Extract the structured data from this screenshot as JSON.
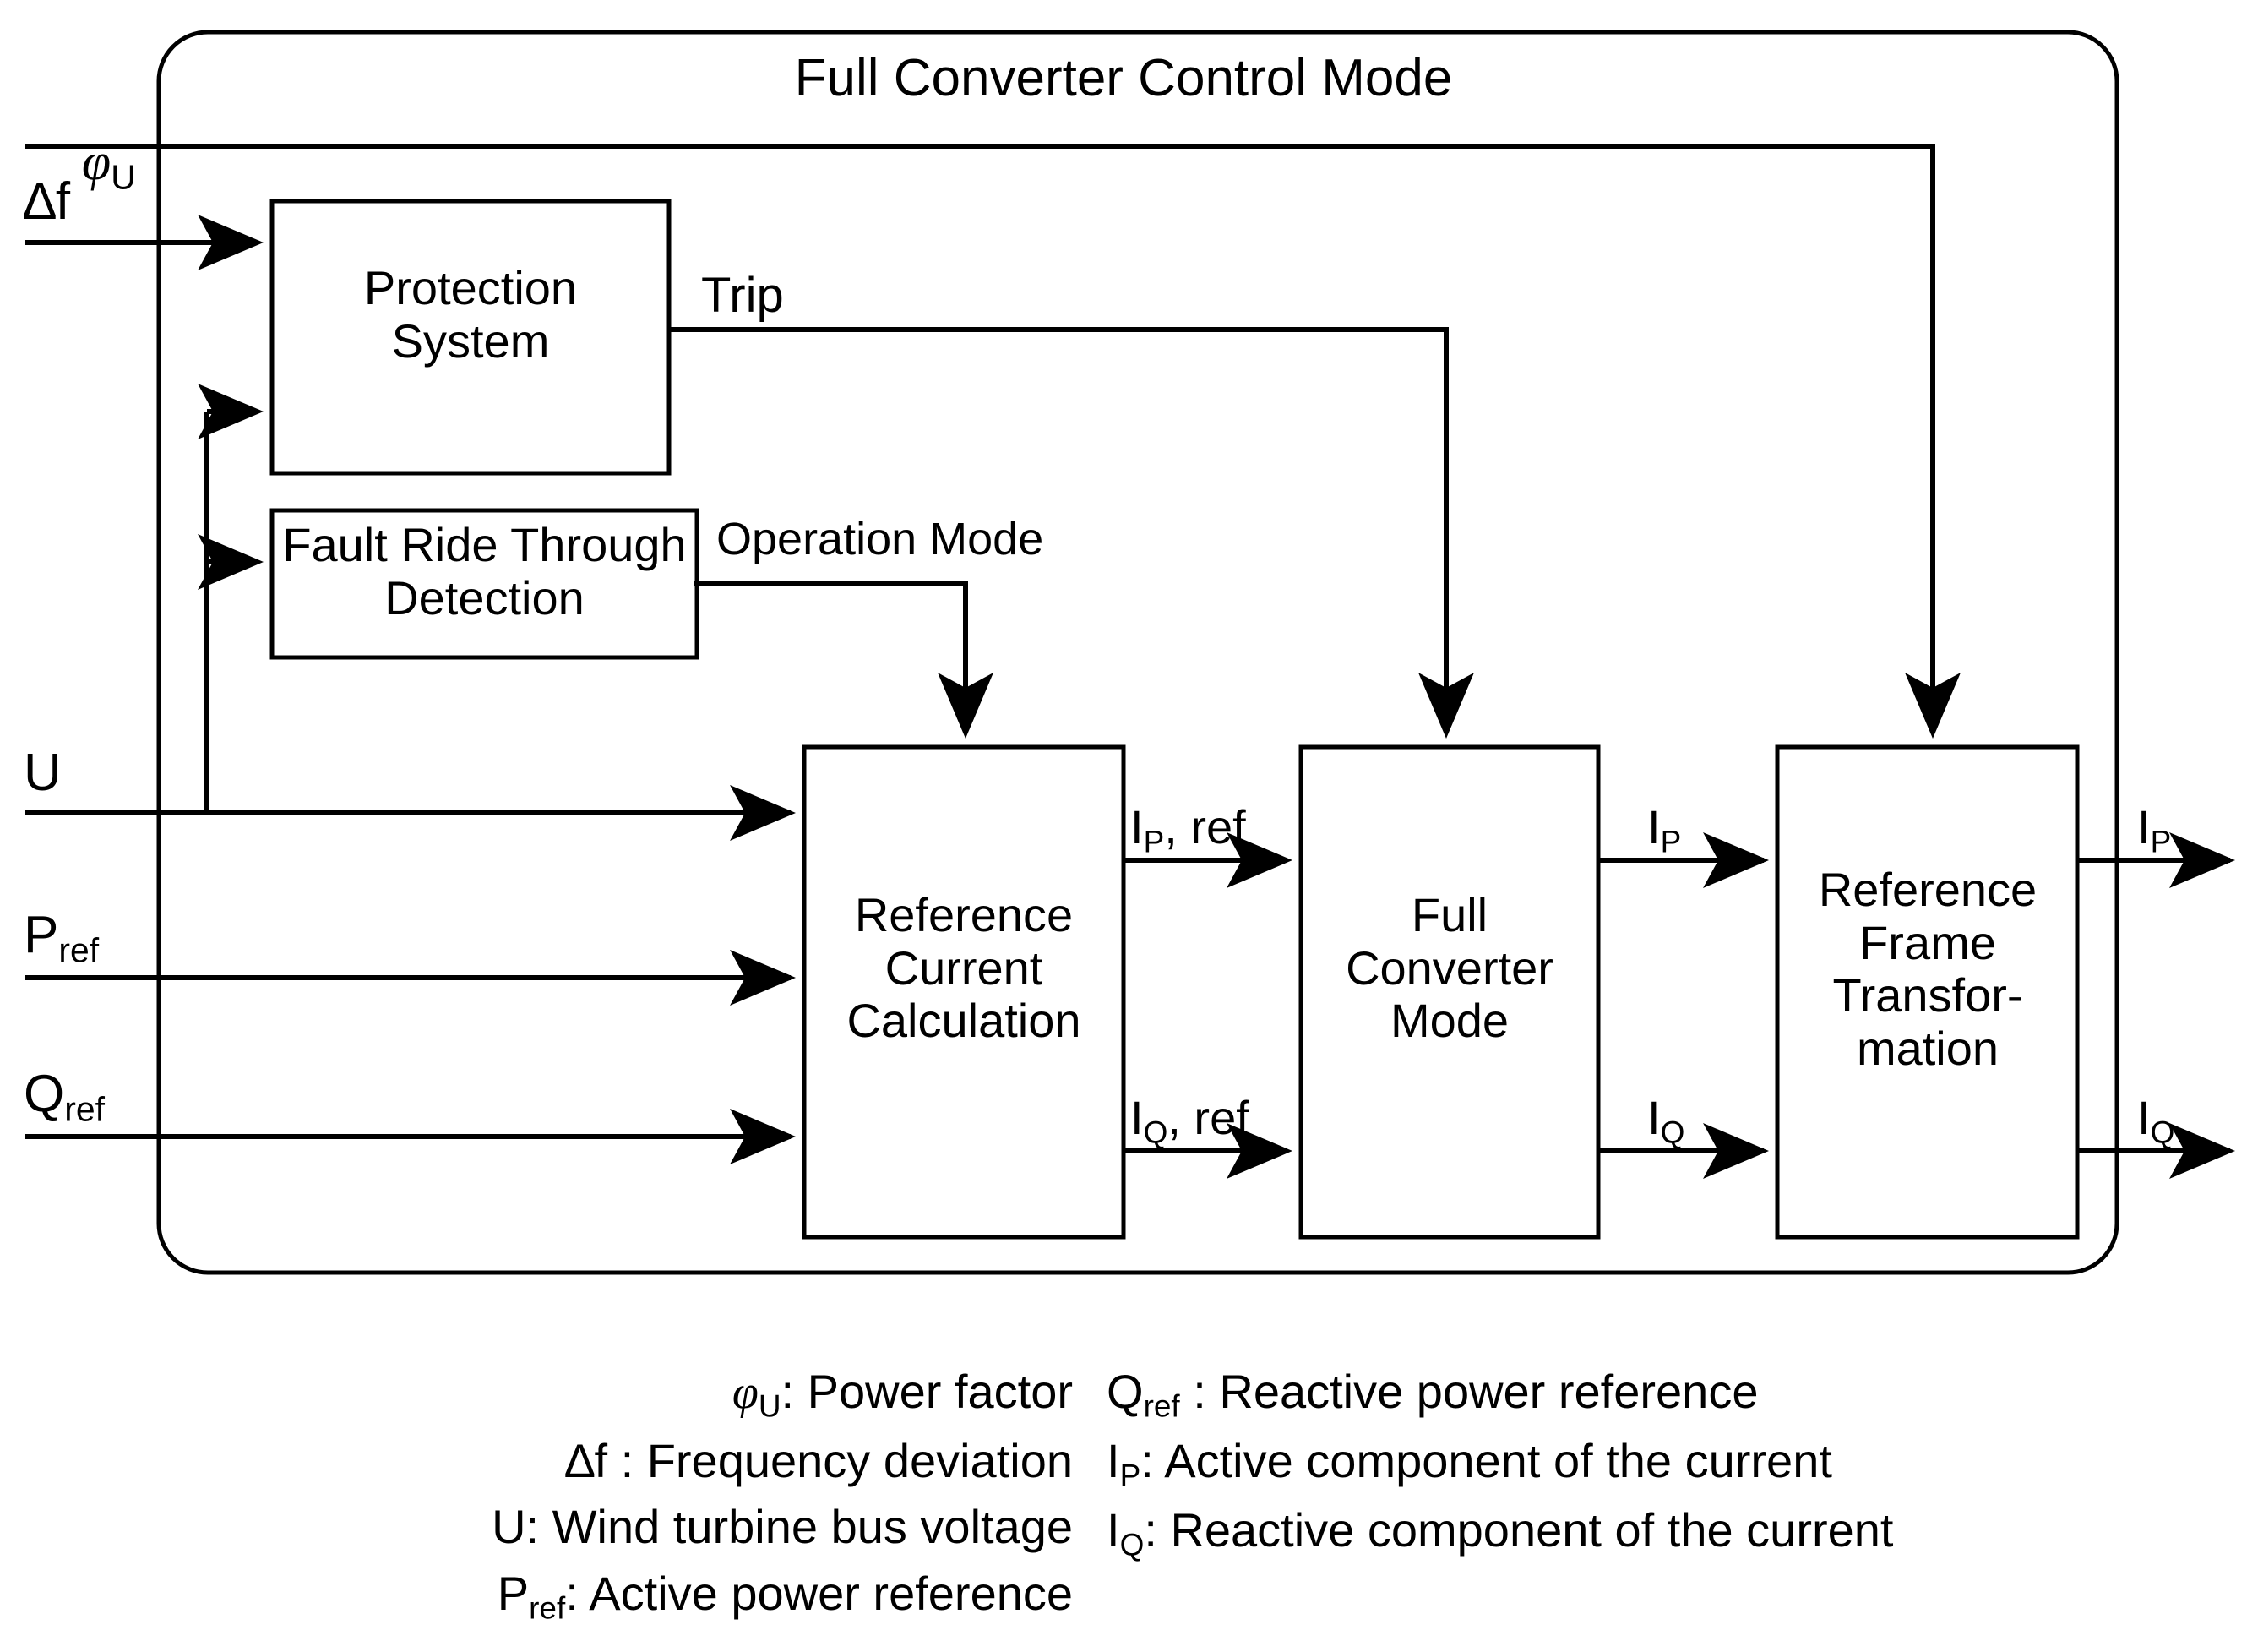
{
  "diagram": {
    "title": "Full Converter Control Mode",
    "type": "block-diagram",
    "outer_border": {
      "shape": "rounded-rectangle",
      "color": "#000000"
    },
    "blocks": [
      {
        "id": "protection-system",
        "label": "Protection\nSystem",
        "lines": [
          "Protection",
          "System"
        ]
      },
      {
        "id": "frt-detection",
        "label": "Fault Ride Through\nDetection",
        "lines": [
          "Fault Ride Through",
          "Detection"
        ]
      },
      {
        "id": "reference-current",
        "label": "Reference\nCurrent\nCalculation",
        "lines": [
          "Reference",
          "Current",
          "Calculation"
        ]
      },
      {
        "id": "full-converter-mode",
        "label": "Full\nConverter\nMode",
        "lines": [
          "Full",
          "Converter",
          "Mode"
        ]
      },
      {
        "id": "reference-frame",
        "label": "Reference\nFrame\nTransfor-\nmation",
        "lines": [
          "Reference",
          "Frame",
          "Transfor-",
          "mation"
        ]
      }
    ],
    "inputs": [
      {
        "id": "phi-u",
        "symbol": "φ",
        "sub": "U",
        "label": "φU"
      },
      {
        "id": "delta-f",
        "symbol": "∆f",
        "sub": "",
        "label": "∆f"
      },
      {
        "id": "u",
        "symbol": "U",
        "sub": "",
        "label": "U"
      },
      {
        "id": "p-ref",
        "symbol": "P",
        "sub": "ref",
        "label": "Pref"
      },
      {
        "id": "q-ref",
        "symbol": "Q",
        "sub": "ref",
        "label": "Qref"
      }
    ],
    "signals": [
      {
        "id": "trip",
        "label": "Trip"
      },
      {
        "id": "operation-mode",
        "label": "Operation Mode"
      },
      {
        "id": "ip-ref",
        "symbol": "I",
        "sub": "P",
        "suffix": ", ref"
      },
      {
        "id": "iq-ref",
        "symbol": "I",
        "sub": "Q",
        "suffix": ", ref"
      },
      {
        "id": "ip-mid",
        "symbol": "I",
        "sub": "P",
        "suffix": ""
      },
      {
        "id": "iq-mid",
        "symbol": "I",
        "sub": "Q",
        "suffix": ""
      }
    ],
    "outputs": [
      {
        "id": "ip-out",
        "symbol": "I",
        "sub": "P"
      },
      {
        "id": "iq-out",
        "symbol": "I",
        "sub": "Q"
      }
    ],
    "legend": {
      "left_column": [
        {
          "symbol": "φ",
          "sub": "U",
          "separator": ": ",
          "text": "Power factor"
        },
        {
          "symbol": "∆f",
          "sub": "",
          "separator": " : ",
          "text": "Frequency deviation"
        },
        {
          "symbol": "U",
          "sub": "",
          "separator": ": ",
          "text": "Wind turbine bus voltage"
        },
        {
          "symbol": "P",
          "sub": "ref",
          "separator": ": ",
          "text": "Active power reference"
        }
      ],
      "right_column": [
        {
          "symbol": "Q",
          "sub": "ref",
          "separator": " : ",
          "text": "Reactive power reference"
        },
        {
          "symbol": "I",
          "sub": "P",
          "separator": ": ",
          "text": "Active component of the current"
        },
        {
          "symbol": "I",
          "sub": "Q",
          "separator": ": ",
          "text": "Reactive component of the current"
        }
      ]
    }
  }
}
